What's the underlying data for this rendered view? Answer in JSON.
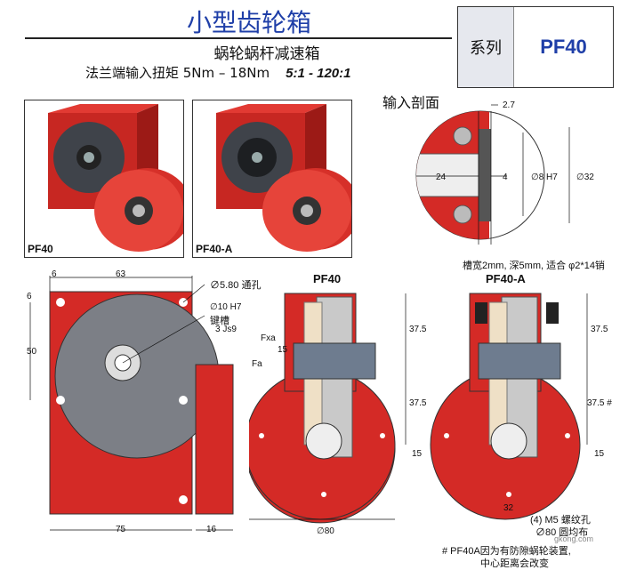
{
  "header": {
    "title": "小型齿轮箱",
    "subtitle": "蜗轮蜗杆减速箱",
    "torque_line": "法兰端输入扭矩 5Nm – 18Nm",
    "ratio": "5:1 - 120:1",
    "series_label": "系列",
    "series_value": "PF40"
  },
  "photos": [
    {
      "caption": "PF40"
    },
    {
      "caption": "PF40-A"
    }
  ],
  "section": {
    "title": "输入剖面",
    "dims": {
      "d1": "2.7",
      "d2": "24",
      "d3": "4",
      "d4": "∅8 H7",
      "d5": "∅32"
    },
    "note": "槽宽2mm, 深5mm, 适合 φ2*14销"
  },
  "front": {
    "dims": {
      "top_left": "6",
      "width": "63",
      "left_top": "6",
      "height": "50",
      "bottom_w": "75",
      "side_w": "16"
    },
    "callouts": {
      "hole": "∅5.80 通孔",
      "bore": "∅10 H7",
      "key_label": "键槽",
      "key_spec": "3 Js9"
    }
  },
  "pf40": {
    "title": "PF40",
    "dims": {
      "h1": "37.5",
      "h2": "37.5",
      "h3": "15",
      "off": "15",
      "dia": "∅80"
    },
    "forces": {
      "fxa": "Fxa",
      "fa": "Fa"
    }
  },
  "pf40a": {
    "title": "PF40-A",
    "dims": {
      "h1": "37.5",
      "h2": "37.5 #",
      "h3": "15",
      "w": "32"
    },
    "callout1": "(4) M5 螺纹孔",
    "callout2": "∅80 圆均布",
    "footnote1": "# PF40A因为有防隙蜗轮装置,",
    "footnote2": "中心距离会改变",
    "watermark": "gkong.com"
  },
  "colors": {
    "accent": "#1f3fa8",
    "red": "#d42a26",
    "dark_red": "#a01c18",
    "gray": "#7c7f86"
  }
}
